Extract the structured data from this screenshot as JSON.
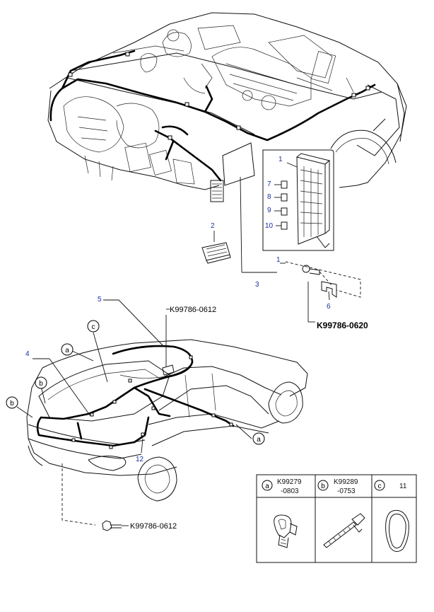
{
  "callouts": {
    "n1_box": "1",
    "n1_bottom": "1",
    "n2": "2",
    "n3": "3",
    "n4": "4",
    "n5": "5",
    "n6": "6",
    "n7": "7",
    "n8": "8",
    "n9": "9",
    "n10": "10",
    "n12": "12"
  },
  "part_numbers": {
    "top_center": "K99786-0612",
    "right_bold": "K99786-0620",
    "bottom_left": "K99786-0612"
  },
  "letters": {
    "a": "a",
    "b": "b",
    "c": "c"
  },
  "legend_table": {
    "col_a": {
      "letter": "a",
      "line1": "K99279",
      "line2": "-0803"
    },
    "col_b": {
      "letter": "b",
      "line1": "K99289",
      "line2": "-0753"
    },
    "col_c": {
      "letter": "c",
      "label": "11"
    }
  }
}
